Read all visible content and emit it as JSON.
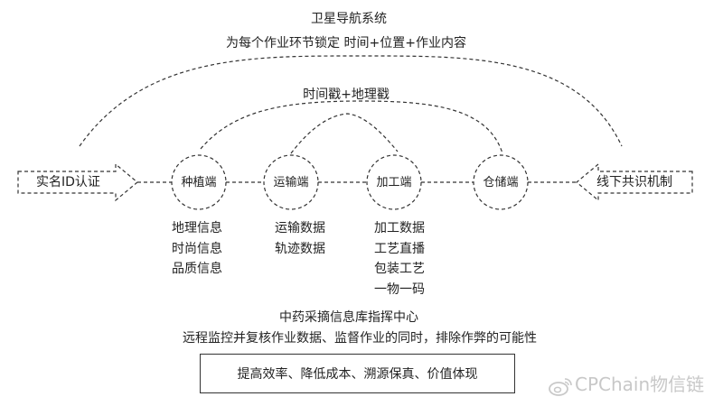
{
  "top": {
    "title": "卫星导航系统",
    "subtitle": "为每个作业环节锁定 时间+位置+作业内容",
    "stamp_label": "时间戳+地理戳"
  },
  "left_arrow": {
    "label": "实名ID认证"
  },
  "right_arrow": {
    "label": "线下共识机制"
  },
  "nodes": [
    {
      "label": "种植端",
      "items": [
        "地理信息",
        "时尚信息",
        "品质信息"
      ]
    },
    {
      "label": "运输端",
      "items": [
        "运输数据",
        "轨迹数据"
      ]
    },
    {
      "label": "加工端",
      "items": [
        "加工数据",
        "工艺直播",
        "包装工艺",
        "一物一码"
      ]
    },
    {
      "label": "仓储端",
      "items": []
    }
  ],
  "center": {
    "title": "中药采摘信息库指挥中心",
    "description": "远程监控并复核作业数据、监督作业的同时，排除作弊的可能性"
  },
  "result": {
    "text": "提高效率、降低成本、溯源保真、价值体现"
  },
  "watermark": {
    "text": "CPChain物信链",
    "icon": "weibo-icon"
  },
  "colors": {
    "line": "#333333",
    "text": "#222222",
    "watermark": "#c8c8c8"
  }
}
